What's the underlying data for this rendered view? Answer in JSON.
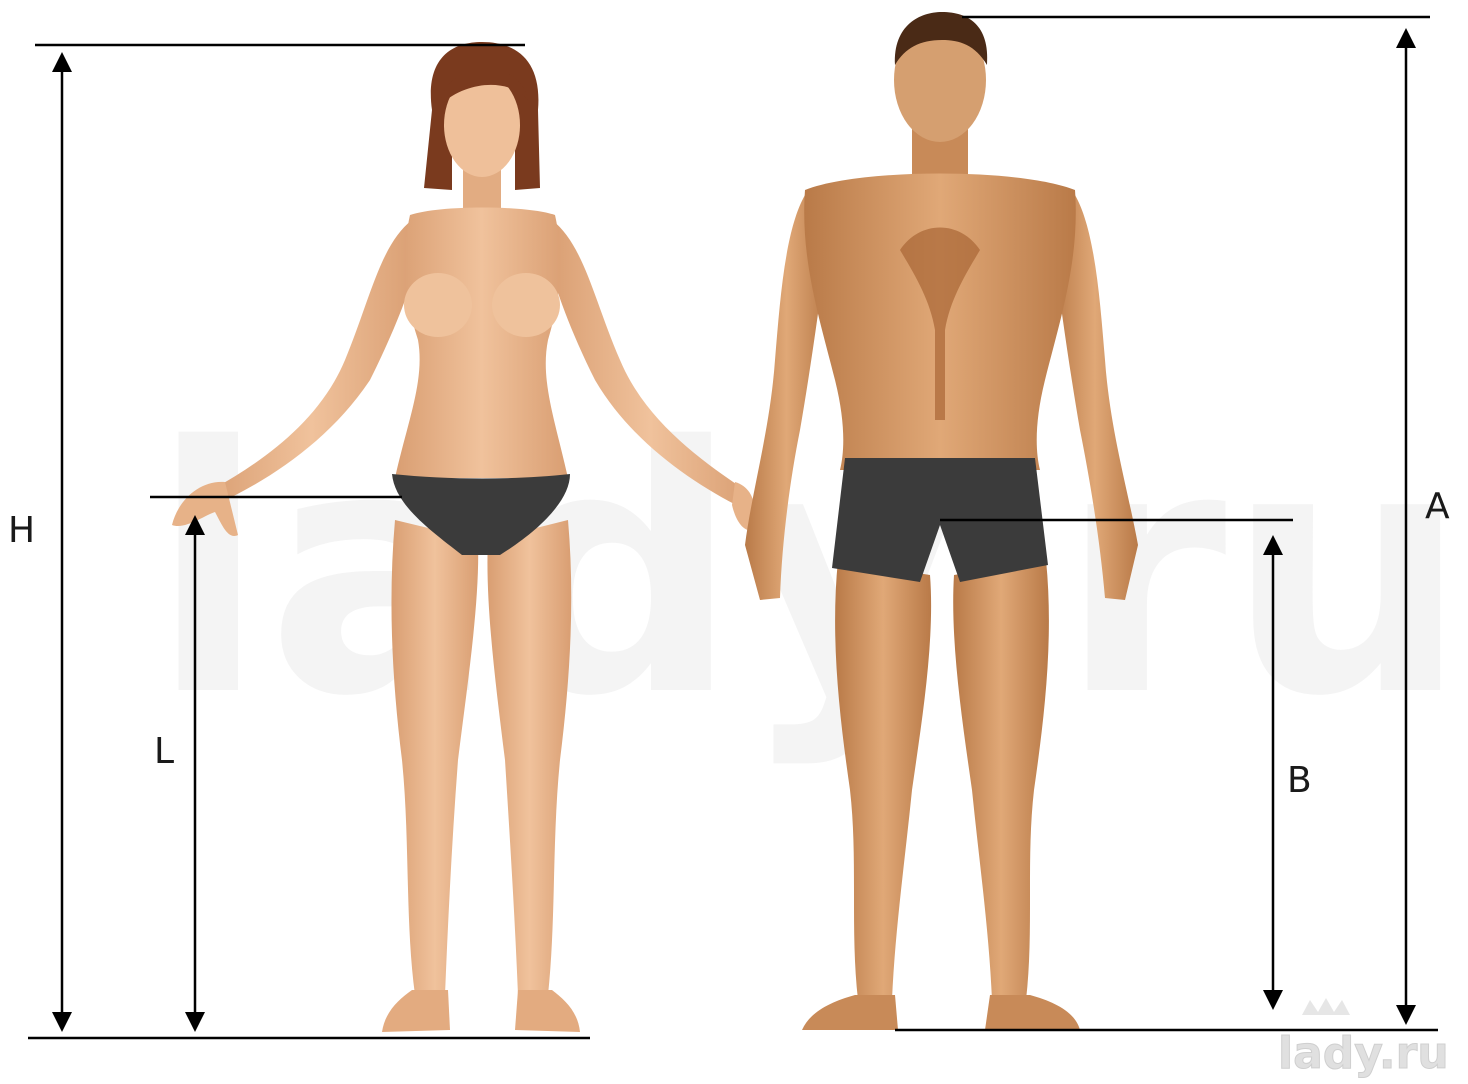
{
  "labels": {
    "female_height": "H",
    "female_leg": "L",
    "male_height": "A",
    "male_leg": "B"
  },
  "watermark": {
    "main": "lady.ru",
    "corner": "lady.ru"
  },
  "figures": {
    "female": "female-figure",
    "male": "male-figure"
  },
  "colors": {
    "line": "#000000",
    "skin": "#e8b58c",
    "skin_shade": "#c98a5c",
    "male_skin": "#d49a68",
    "male_skin_shade": "#b0703f",
    "underwear": "#3b3b3b",
    "female_hair": "#7a3a1e",
    "male_hair": "#4a2a16",
    "watermark": "#f2f2f2"
  }
}
